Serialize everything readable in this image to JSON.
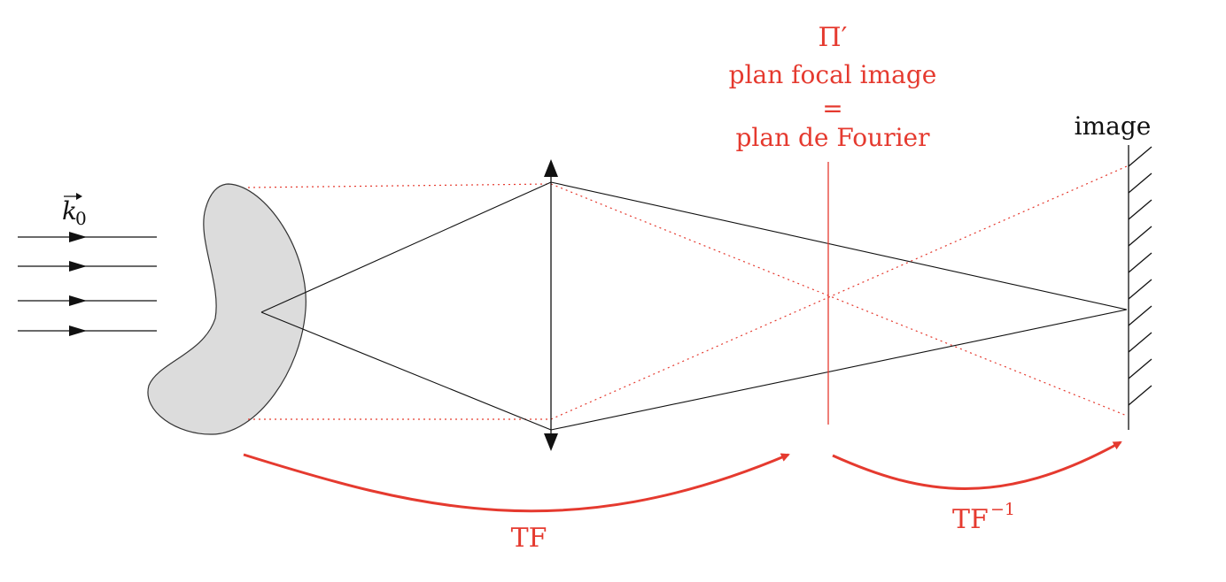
{
  "labels": {
    "plane_symbol": "Π′",
    "plane_line1": "plan focal image",
    "plane_equals": "=",
    "plane_line2": "plan de Fourier",
    "screen_label": "image",
    "wave_vector_base": "k",
    "wave_vector_sub": "0",
    "tf_label": "TF",
    "tf_inverse_base": "TF",
    "tf_inverse_sup": "−1"
  },
  "colors": {
    "accent": "#e53a2f",
    "ink": "#111111",
    "object_fill": "#dcdcdc",
    "object_stroke": "#333333"
  },
  "icons": {
    "lens": "converging-lens-icon",
    "screen": "hatched-screen-icon",
    "incident_arrow": "arrow-right-icon"
  }
}
